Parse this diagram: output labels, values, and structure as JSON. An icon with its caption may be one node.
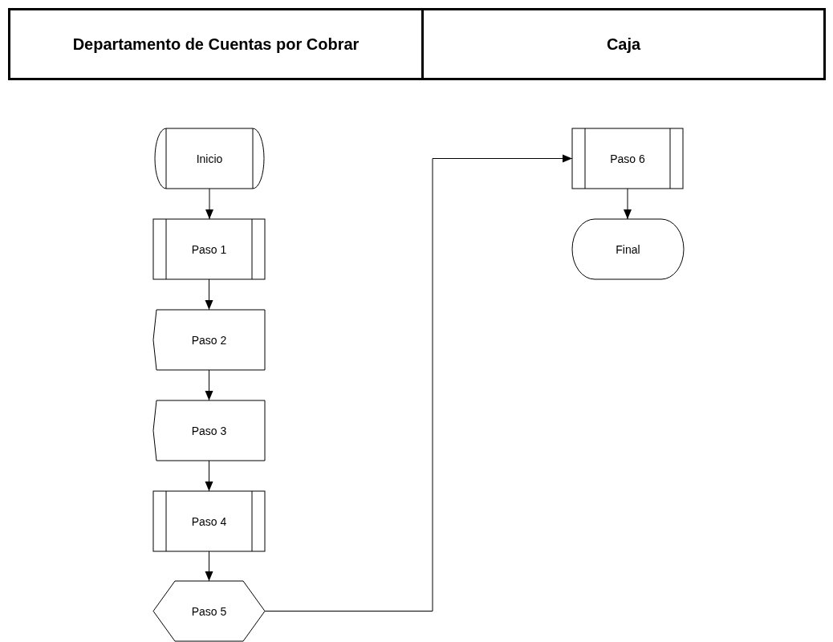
{
  "diagram": {
    "nodes": [
      {
        "text": [
          "Departamento de Cuentas por Cobrar"
        ]
      },
      {
        "text": [
          "Caja"
        ]
      },
      {
        "text": [
          "Inicio"
        ]
      },
      {
        "text": [
          "Paso 1"
        ]
      },
      {
        "text": [
          "Paso 2"
        ]
      },
      {
        "text": [
          "Paso 3"
        ]
      },
      {
        "text": [
          "Paso 4"
        ]
      },
      {
        "text": [
          "Paso 5"
        ]
      },
      {
        "text": [
          "Paso 6"
        ]
      },
      {
        "text": [
          "Final"
        ]
      }
    ],
    "edges": [
      {
        "from": 2,
        "to": 3,
        "arrow": "to"
      },
      {
        "from": 3,
        "to": 4,
        "arrow": "to"
      },
      {
        "from": 4,
        "to": 5,
        "arrow": "to"
      },
      {
        "from": 5,
        "to": 6,
        "arrow": "to"
      },
      {
        "from": 6,
        "to": 7,
        "arrow": "to"
      },
      {
        "from": 7,
        "to": 8,
        "arrow": "to"
      },
      {
        "from": 8,
        "to": 9,
        "arrow": "to"
      }
    ]
  }
}
